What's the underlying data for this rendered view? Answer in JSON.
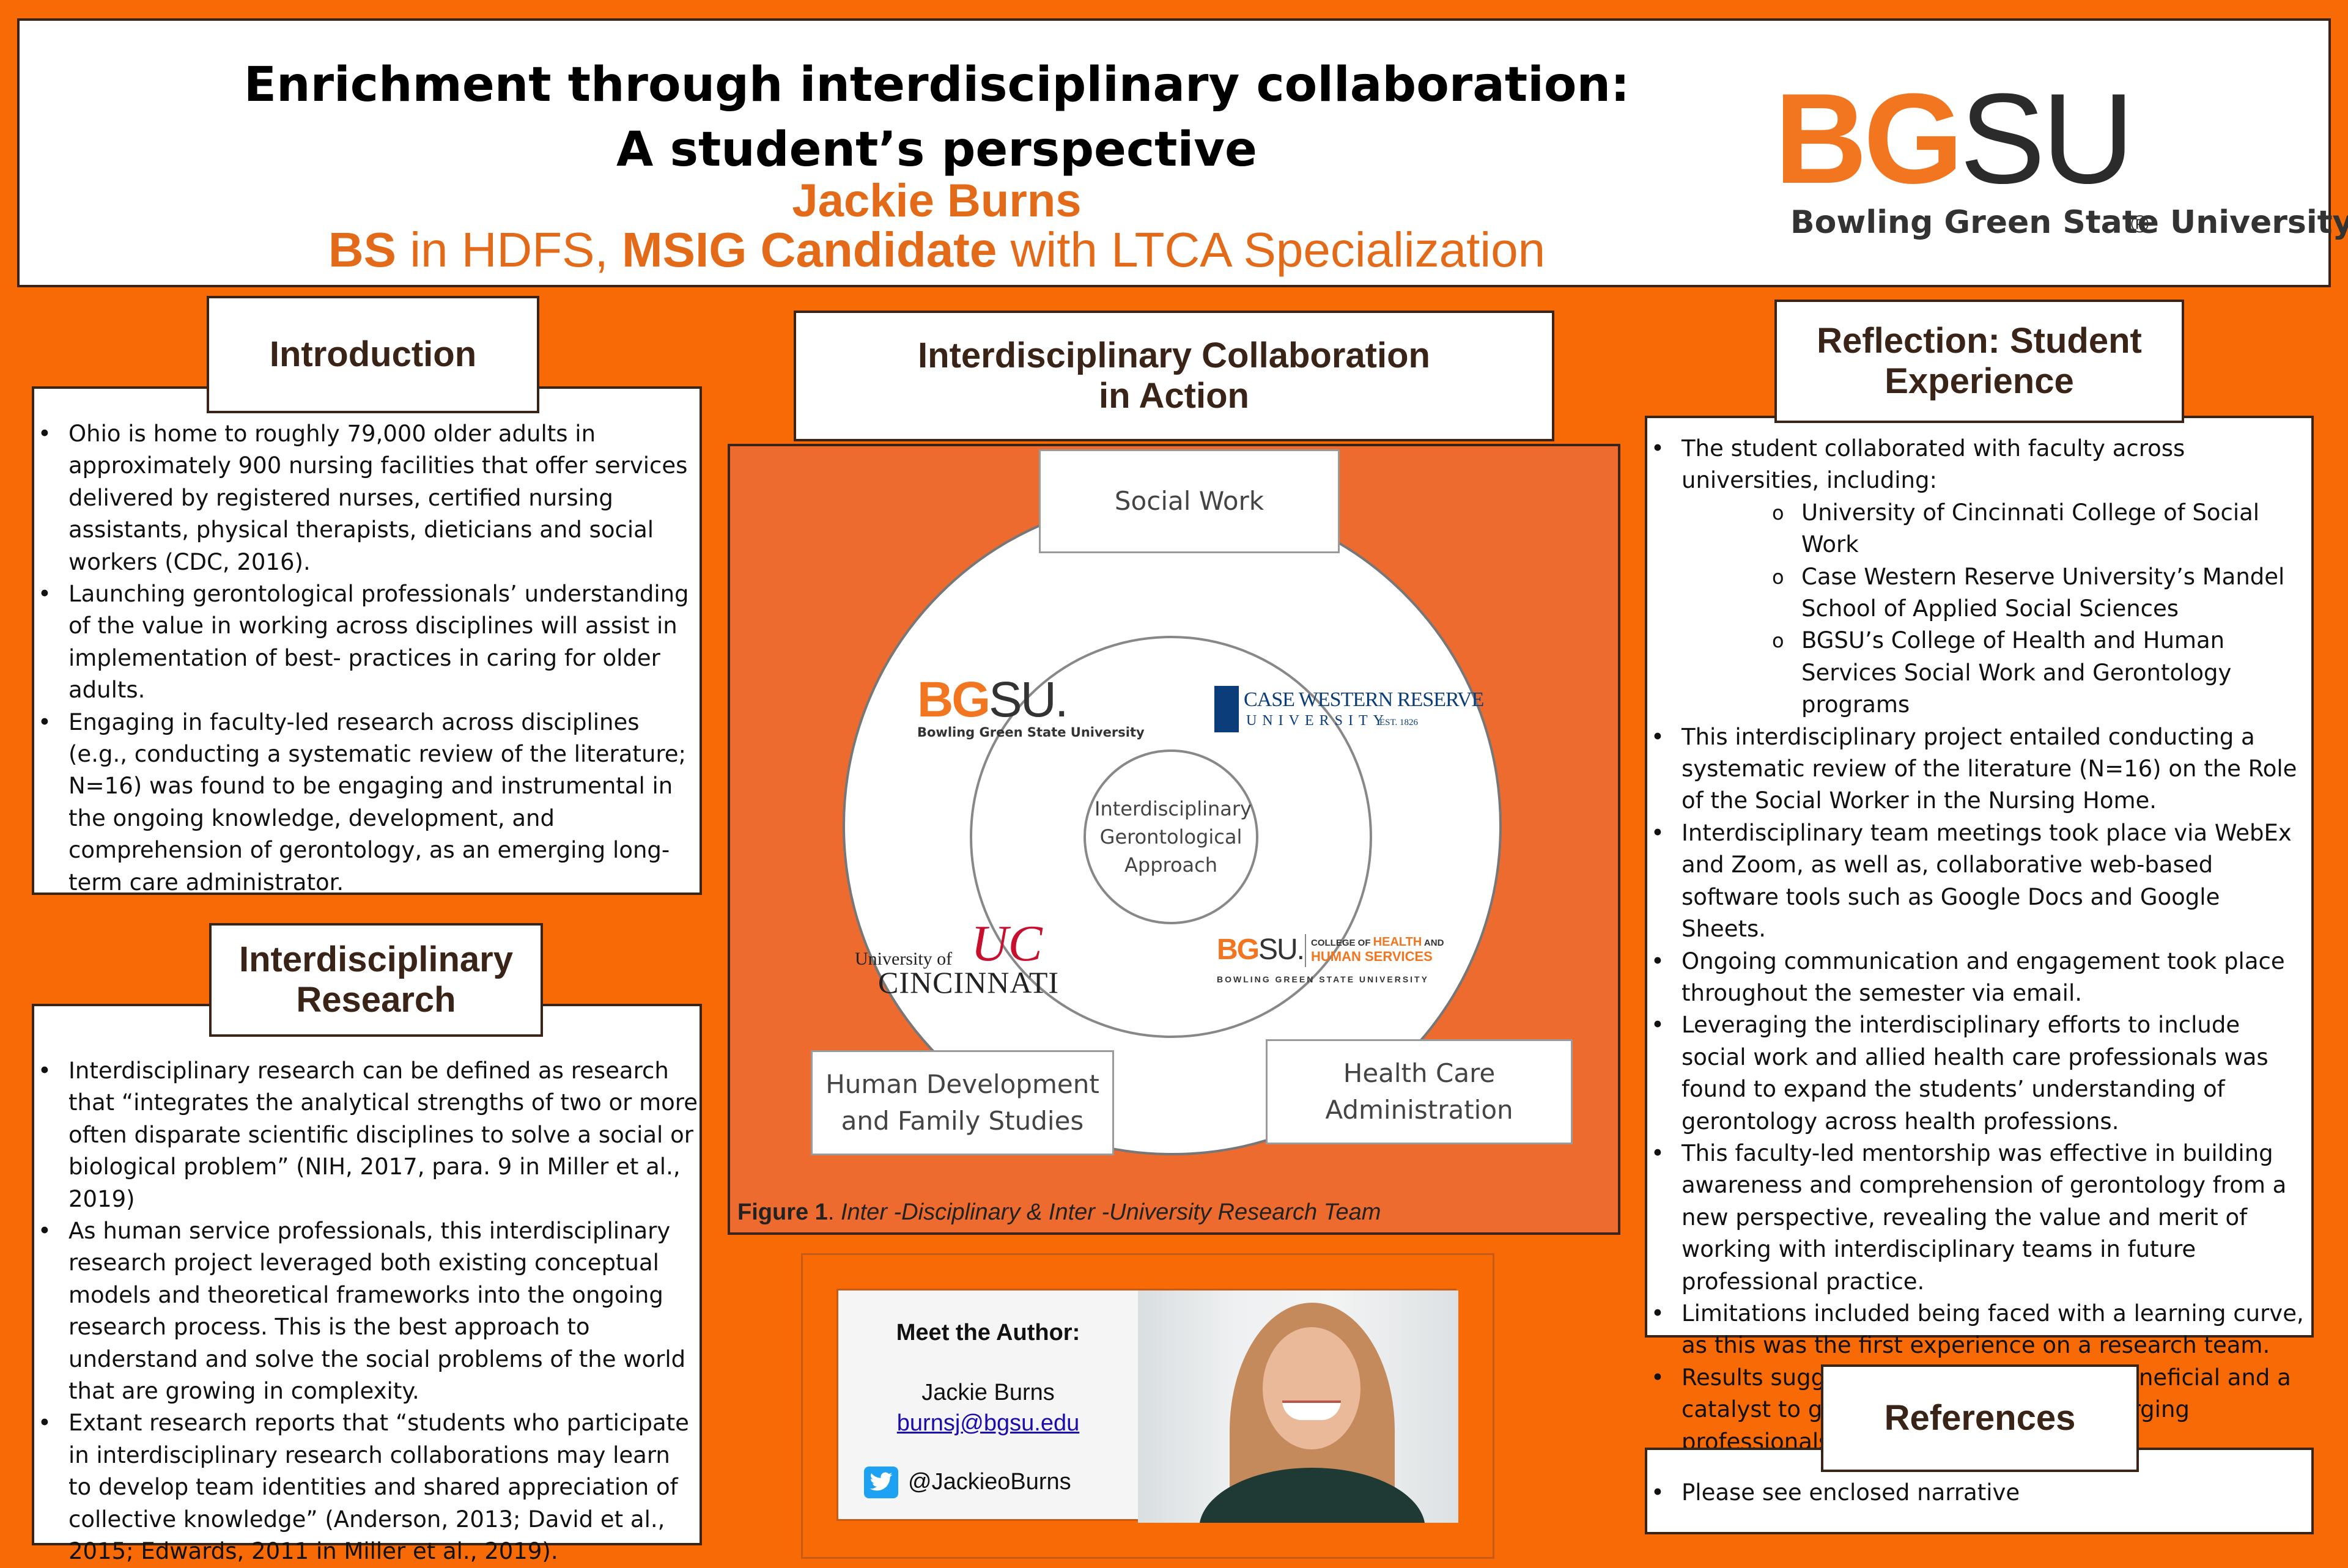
{
  "header": {
    "title_line1": "Enrichment through interdisciplinary collaboration:",
    "title_line2": "A student’s perspective",
    "author_name": "Jackie Burns",
    "degree_bs": "BS",
    "degree_mid": " in HDFS, ",
    "degree_msig": "MSIG Candidate",
    "degree_end": " with LTCA Specialization",
    "logo_bg": "BG",
    "logo_su": "SU",
    "logo_reg": "®",
    "logo_university": "Bowling Green State University"
  },
  "introduction": {
    "heading": "Introduction",
    "bullets": [
      "Ohio is home to roughly 79,000 older adults in approximately 900 nursing facilities that offer services delivered by registered nurses, certified nursing assistants, physical therapists, dieticians and social workers (CDC, 2016).",
      "Launching gerontological professionals’ understanding of the value in working across disciplines will assist in implementation of best- practices in caring for older adults.",
      "Engaging in faculty-led research across disciplines (e.g., conducting a systematic review of the literature; N=16) was found to be engaging and instrumental in the ongoing knowledge, development, and comprehension of gerontology, as an emerging long-term care administrator."
    ]
  },
  "research": {
    "heading": "Interdisciplinary Research",
    "bullets": [
      "Interdisciplinary research can be defined as research that “integrates the analytical strengths of two or more often disparate scientific disciplines to solve a social or biological problem” (NIH, 2017, para. 9 in Miller et al., 2019)",
      "As human service professionals, this interdisciplinary research project leveraged both existing conceptual models and theoretical frameworks into the ongoing research process. This is the best approach to understand and solve the social problems of the world that are growing in complexity.",
      "Extant research reports that “students who participate in interdisciplinary research collaborations may learn to develop team identities and shared appreciation of collective knowledge” (Anderson, 2013; David et al., 2015; Edwards, 2011 in Miller et al., 2019)."
    ]
  },
  "collaboration": {
    "heading_line1": "Interdisciplinary Collaboration",
    "heading_line2": "in Action",
    "center": "Interdisciplinary Gerontological Approach",
    "label_social_work": "Social Work",
    "label_hdfs": "Human Development and Family Studies",
    "label_hca": "Health Care Administration",
    "logo_bgsu_bg": "BG",
    "logo_bgsu_su": "SU.",
    "logo_bgsu_sub": "Bowling Green State University",
    "logo_cwru_line1": "CASE WESTERN RESERVE",
    "logo_cwru_line2": "UNIVERSITY",
    "logo_cwru_est": "EST. 1826",
    "logo_uc_mark": "UC",
    "logo_uc_line1": "University of",
    "logo_uc_line2": "CINCINNATI",
    "logo_chhs_bg": "BG",
    "logo_chhs_su": "SU.",
    "logo_chhs_college": "COLLEGE OF",
    "logo_chhs_health": "HEALTH",
    "logo_chhs_and": "AND",
    "logo_chhs_human": "HUMAN SERVICES",
    "logo_chhs_sub": "BOWLING GREEN STATE UNIVERSITY",
    "caption_label": "Figure 1",
    "caption_dot": ". ",
    "caption_text": "Inter -Disciplinary & Inter -University Research Team"
  },
  "author_card": {
    "heading": "Meet the Author:",
    "name": "Jackie Burns",
    "email": "burnsj@bgsu.edu",
    "twitter": "@JackieoBurns",
    "twitter_icon": "twitter-bird-icon"
  },
  "reflection": {
    "heading": "Reflection: Student Experience",
    "bullets": [
      {
        "text": "The student collaborated with faculty across universities, including:",
        "sub": false
      },
      {
        "text": "University of Cincinnati College of Social Work",
        "sub": true
      },
      {
        "text": "Case Western Reserve University’s Mandel School of Applied Social Sciences",
        "sub": true
      },
      {
        "text": "BGSU’s College of Health and Human Services Social Work and Gerontology programs",
        "sub": true
      },
      {
        "text": "This interdisciplinary project entailed conducting a systematic review of the literature (N=16) on the Role of the Social Worker in the Nursing Home.",
        "sub": false
      },
      {
        "text": "Interdisciplinary team meetings took place via WebEx and Zoom, as well as, collaborative web-based software tools such as Google Docs and Google Sheets.",
        "sub": false
      },
      {
        "text": "Ongoing communication and engagement took place throughout the semester via email.",
        "sub": false
      },
      {
        "text": "Leveraging the interdisciplinary efforts to include social work and allied health care professionals was found to expand the students’ understanding of gerontology across health professions.",
        "sub": false
      },
      {
        "text": "This faculty-led mentorship was effective in building awareness and comprehension of gerontology from a new perspective, revealing the value and merit of working with interdisciplinary teams in future professional practice.",
        "sub": false
      },
      {
        "text": "Limitations included being faced with a learning curve, as this was the first experience on a research team.",
        "sub": false
      },
      {
        "text": "Results suggest similar efforts will be beneficial and a catalyst to growth and learning for emerging professionals.",
        "sub": false
      }
    ]
  },
  "references": {
    "heading": "References",
    "bullets": [
      "Please see enclosed narrative"
    ]
  }
}
